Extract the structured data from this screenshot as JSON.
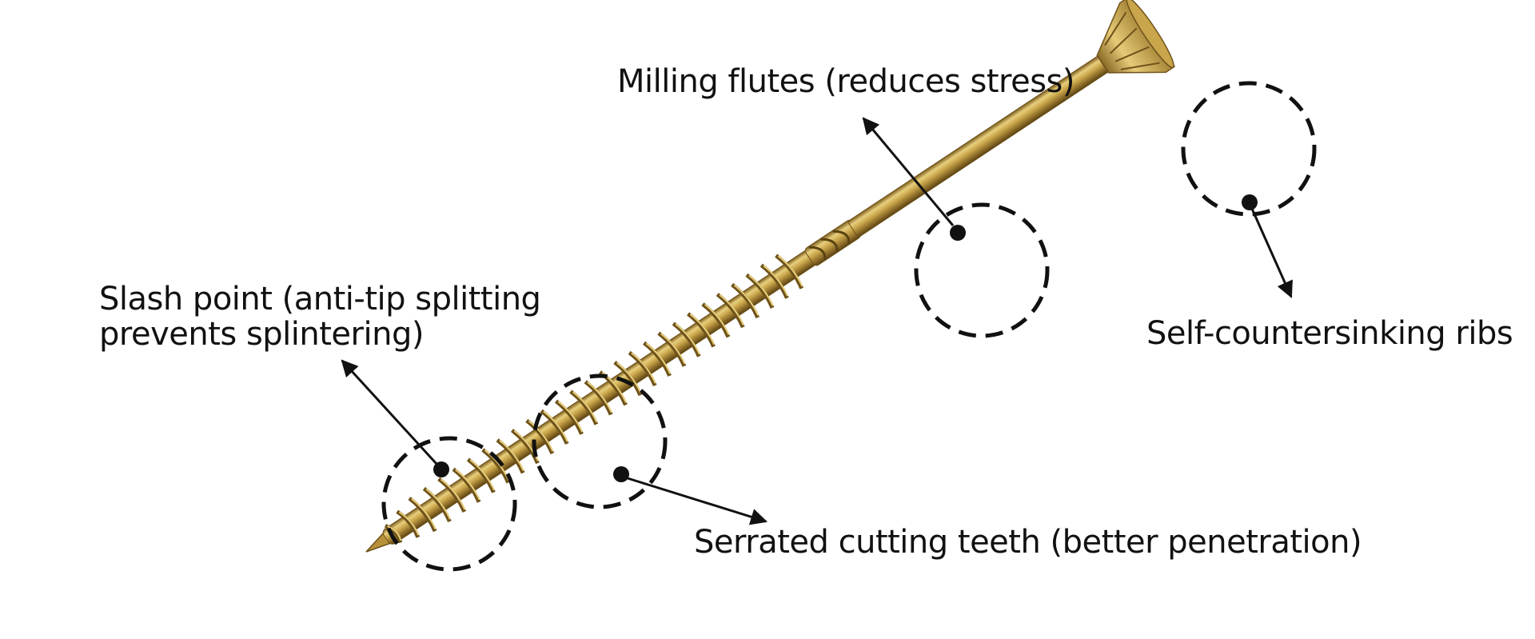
{
  "labels": {
    "milling": "Milling flutes (reduces stress)",
    "slash_line1": "Slash point (anti-tip splitting",
    "slash_line2": "prevents splintering)",
    "serrated": "Serrated cutting teeth (better penetration)",
    "countersink": "Self-countersinking ribs"
  },
  "colors": {
    "screw_light": "#e2c56e",
    "screw_mid": "#b8923a",
    "screw_dark": "#6e521a",
    "annotation": "#111111"
  }
}
